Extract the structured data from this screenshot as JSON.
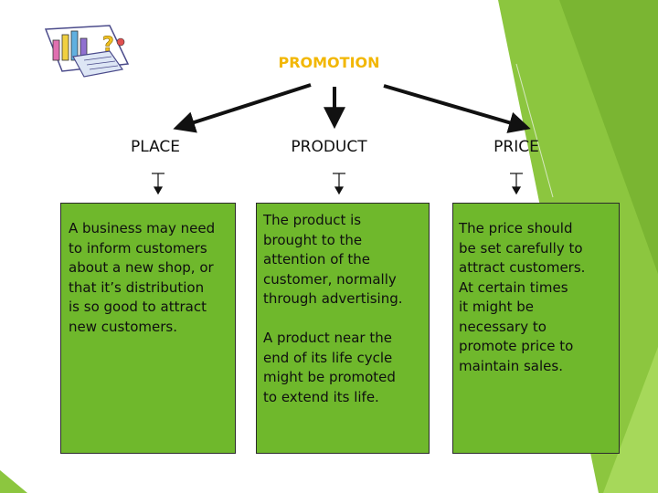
{
  "title": "PROMOTION",
  "columns": [
    {
      "heading": "PLACE",
      "text": "A business may need\nto inform customers\nabout a new shop, or\nthat it’s distribution\nis so good to attract\nnew customers."
    },
    {
      "heading": "PRODUCT",
      "text": "The product is\nbrought to the\nattention of the\ncustomer, normally\nthrough advertising.\n\nA product near the\nend of its life cycle\nmight be promoted\nto extend its life."
    },
    {
      "heading": "PRICE",
      "text": "The price should\nbe set carefully to\nattract customers.\nAt certain times\nit might be\nnecessary to\npromote price to\nmaintain sales."
    }
  ],
  "colors": {
    "background": "#ffffff",
    "box_fill": "#6fb82c",
    "title": "#f2b705",
    "decor_green": "#8cc63f"
  },
  "icons": [
    "chart-clipart-icon"
  ]
}
